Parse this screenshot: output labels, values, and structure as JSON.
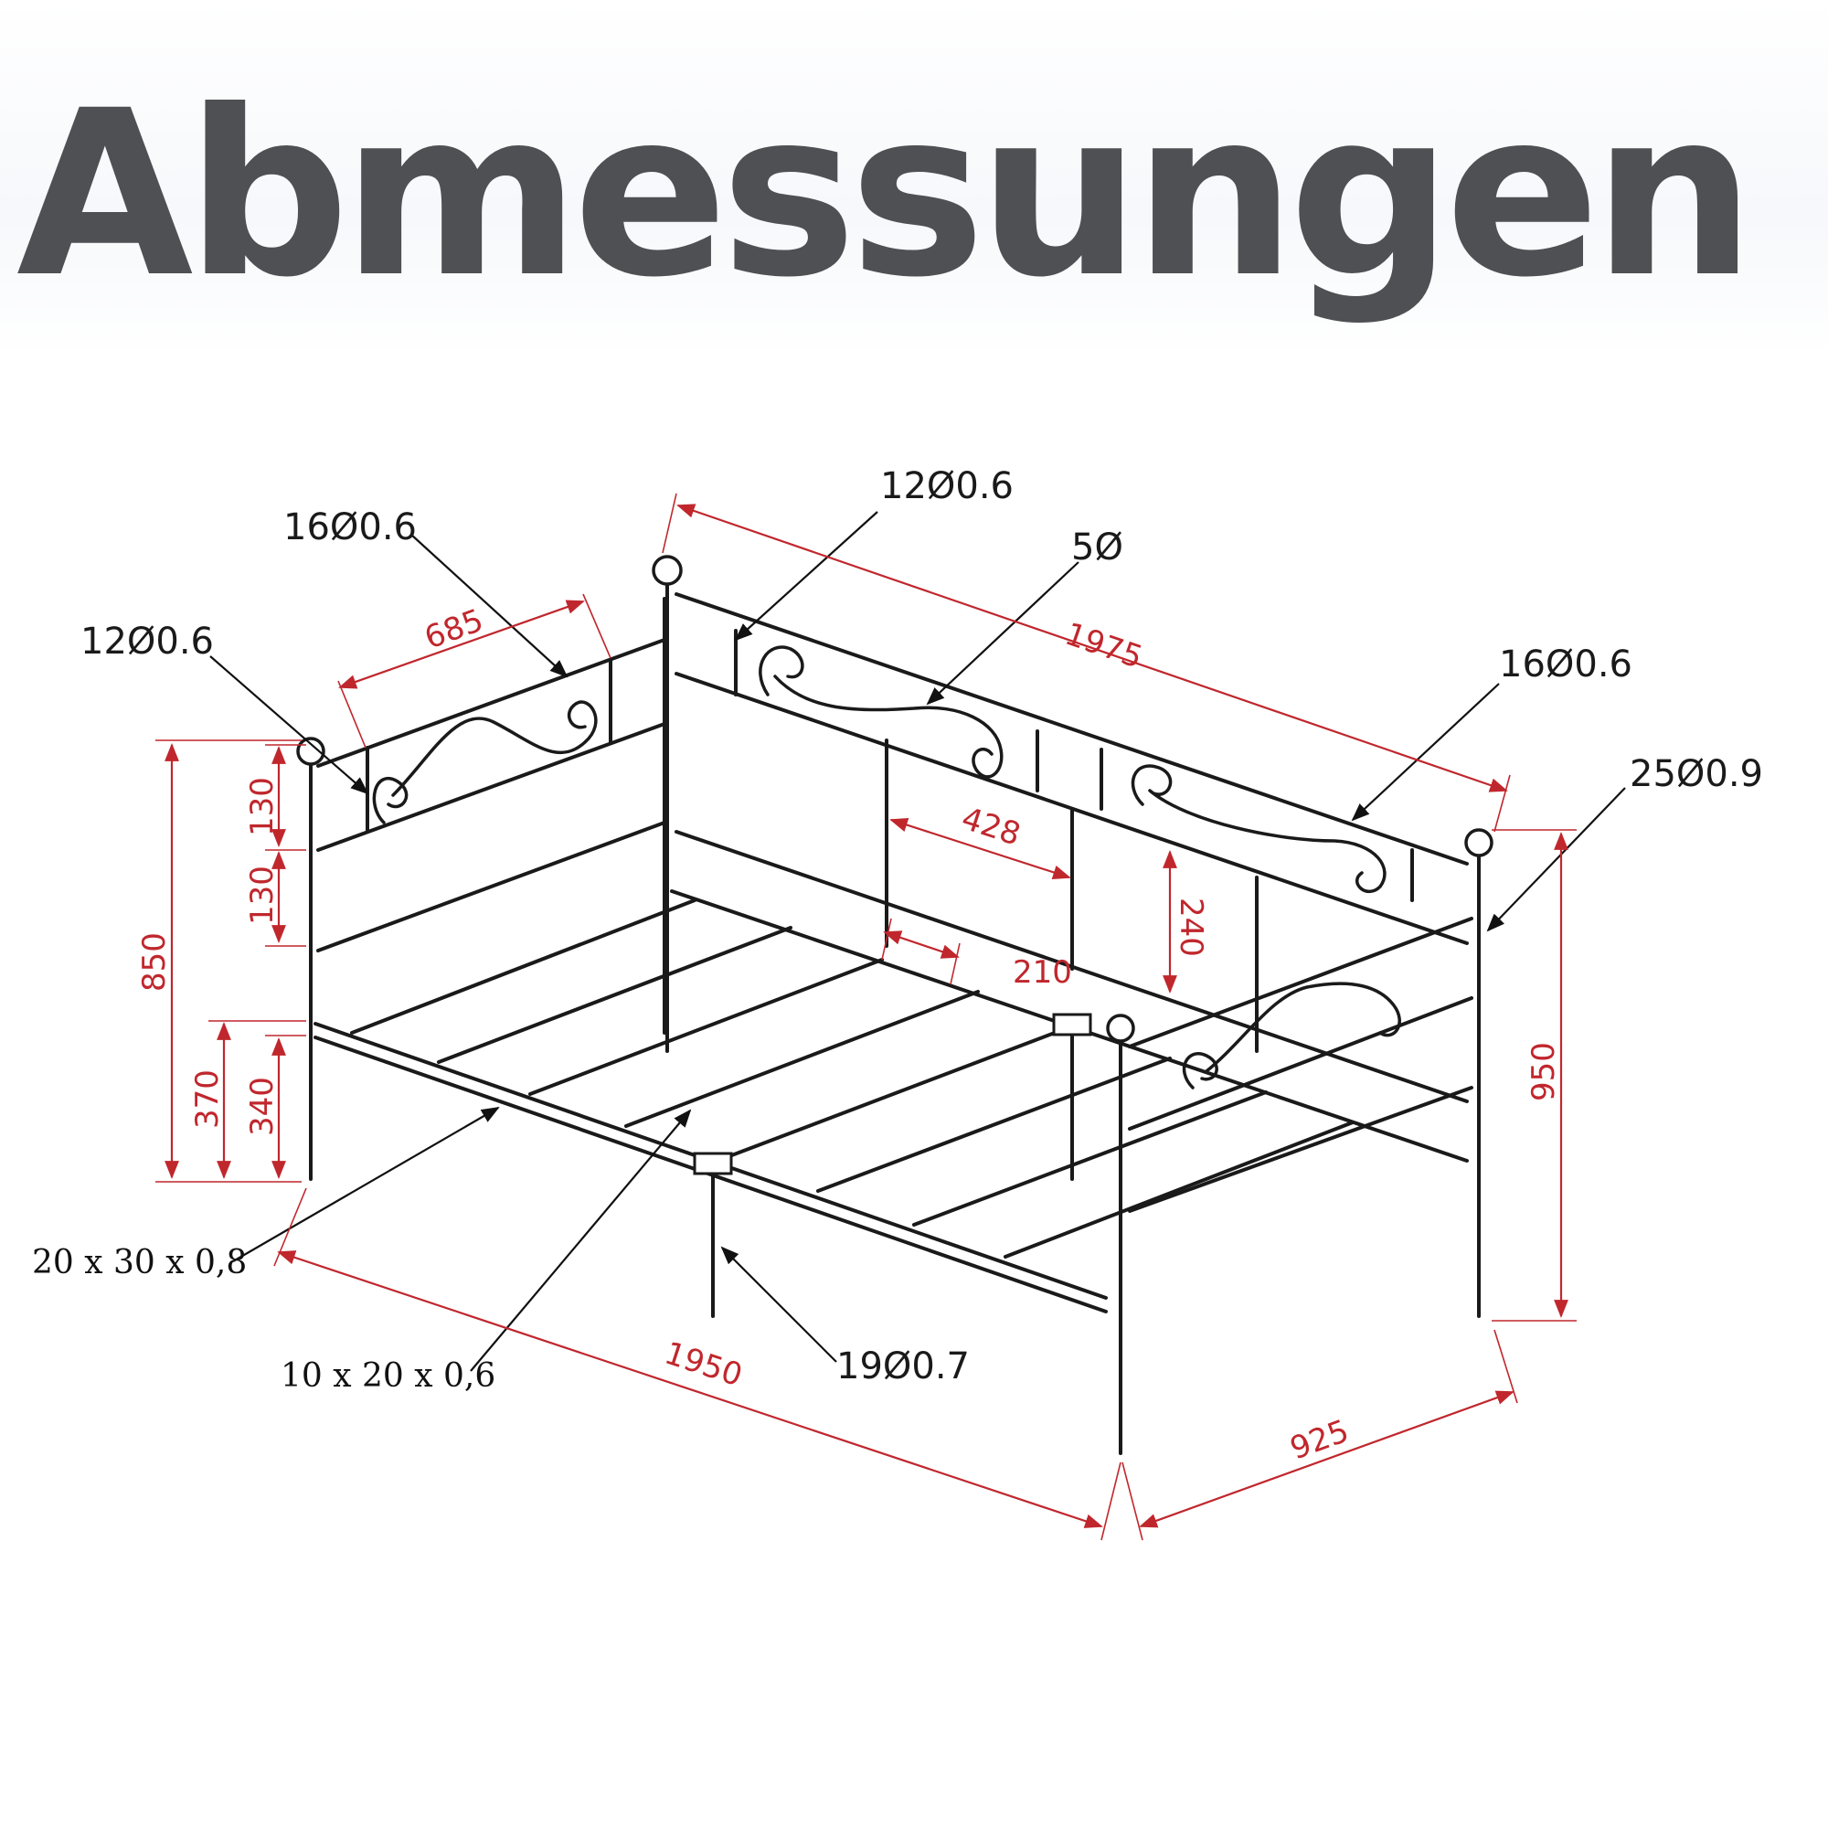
{
  "title": "Abmessungen",
  "callouts": {
    "headboard_top_tube": "16Ø0.6",
    "headboard_inner_tube": "12Ø0.6",
    "back_inner_tube": "12Ø0.6",
    "scroll_rod": "5Ø",
    "back_top_tube": "16Ø0.6",
    "corner_post": "25Ø0.9",
    "side_frame": "20 x 30 x 0,8",
    "slat": "10 x 20 x 0,6",
    "center_leg": "19Ø0.7"
  },
  "dimensions": {
    "headboard_width": "685",
    "back_length": "1975",
    "back_panel_spacing": "428",
    "back_panel_height": "240",
    "slat_spacing": "210",
    "rail_spacing_a": "130",
    "rail_spacing_b": "130",
    "headboard_height": "850",
    "frame_height": "370",
    "slat_height": "340",
    "footboard_height": "950",
    "frame_length": "1950",
    "frame_width": "925"
  },
  "colors": {
    "title": "#4f5053",
    "dimension": "#c0272d",
    "line": "#1a1a1a"
  }
}
